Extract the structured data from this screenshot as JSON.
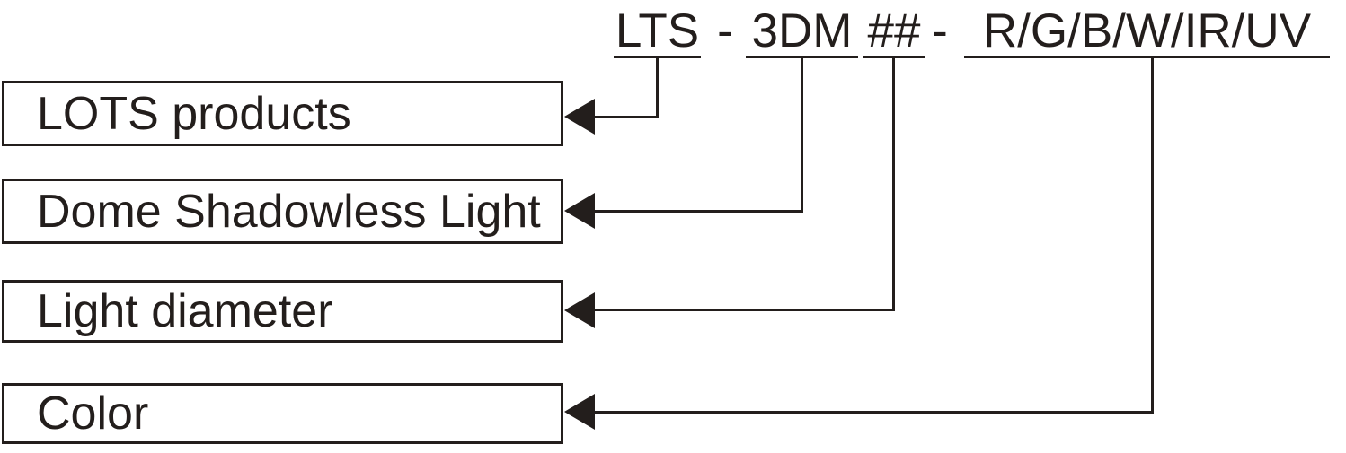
{
  "part_number": {
    "full": "LTS - 3DM ## - R/G/B/W/IR/UV",
    "separator": "-",
    "segments": [
      {
        "code": "LTS",
        "label": "LOTS products"
      },
      {
        "code": "3DM",
        "label": "Dome Shadowless Light"
      },
      {
        "code": "##",
        "label": "Light diameter"
      },
      {
        "code": "R/G/B/W/IR/UV",
        "label": "Color"
      }
    ]
  },
  "colors": {
    "ink": "#231e1c",
    "background": "#ffffff"
  }
}
